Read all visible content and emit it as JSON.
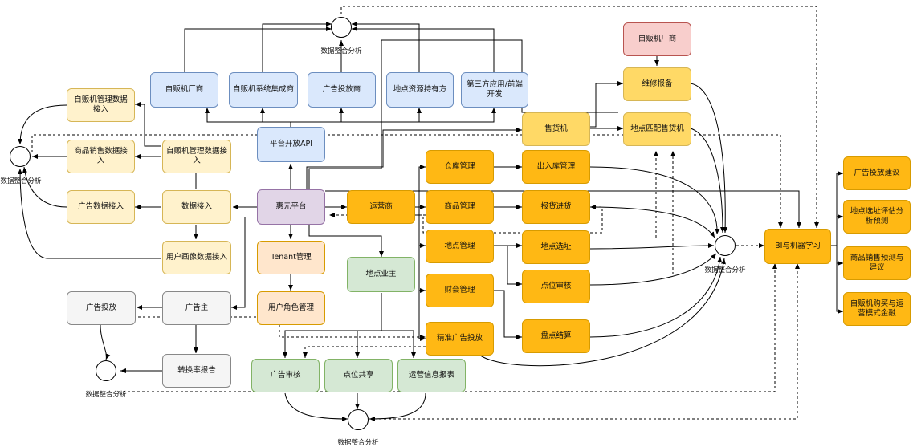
{
  "nodes": {
    "vm_vendor_top": "自贩机厂商",
    "vm_integrator": "自贩机系统集成商",
    "ad_agency": "广告投放商",
    "site_owner_res": "地点资源持有方",
    "third_party": "第三方应用/前端开发",
    "vm_vendor_red": "自贩机厂商",
    "repair_report": "维修报备",
    "vm_mgmt_data_in": "自贩机管理数据接入",
    "vending_machine": "售货机",
    "site_match_vm": "地点匹配售货机",
    "open_api": "平台开放API",
    "goods_sales_data_in": "商品销售数据接入",
    "vm_mgmt_data_in_2": "自贩机管理数据接入",
    "warehouse_mgmt": "仓库管理",
    "stock_in_out": "出入库管理",
    "ad_data_in": "广告数据接入",
    "data_in": "数据接入",
    "huiyuan": "惠元平台",
    "operator": "运营商",
    "goods_mgmt": "商品管理",
    "restock": "报货进货",
    "user_profile_in": "用户画像数据接入",
    "tenant_mgmt": "Tenant管理",
    "site_mgmt": "地点管理",
    "site_select": "地点选址",
    "bi_ml": "BI与机器学习",
    "site_owner": "地点业主",
    "point_audit": "点位审核",
    "finance_mgmt": "财会管理",
    "ad_placement": "广告投放",
    "advertiser": "广告主",
    "user_role_mgmt": "用户角色管理",
    "precise_ad": "精准广告投放",
    "inventory_settle": "盘点结算",
    "conversion_report": "转换率报告",
    "ad_audit": "广告审核",
    "point_share": "点位共享",
    "ops_report": "运营信息报表",
    "ad_suggest": "广告投放建议",
    "site_eval": "地点选址评估分析预测",
    "sales_forecast": "商品销售预测与建议",
    "vm_finance": "自贩机购买与运营模式金融"
  },
  "circles": {
    "label": "数据整合分析"
  },
  "colors": {
    "blue": "#dae8fc",
    "cream": "#fff2cc",
    "gold": "#ffd966",
    "orange": "#ffb814",
    "purple": "#e1d5e7",
    "peach": "#ffe6cc",
    "green": "#d5e8d4",
    "gray": "#f5f5f5",
    "red": "#f8cecc",
    "line": "#000000"
  }
}
